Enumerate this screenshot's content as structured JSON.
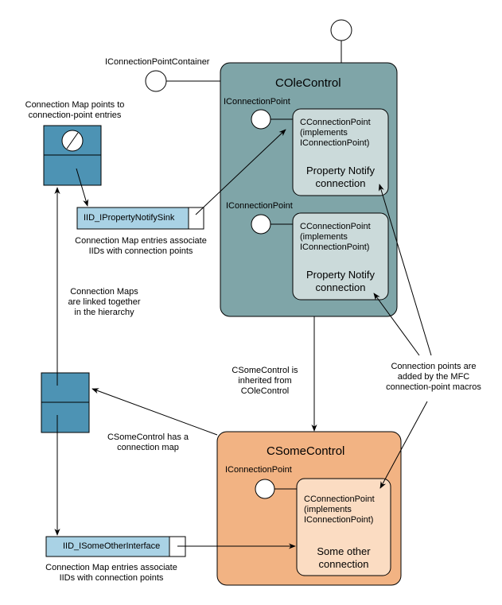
{
  "colors": {
    "ole_control_fill": "#7fa5a8",
    "ole_cp_fill": "#cbdada",
    "some_control_fill": "#f2b383",
    "some_cp_fill": "#fbdcc2",
    "map_fill": "#4d93b4",
    "iid_fill": "#a9d2e5",
    "line": "#000000",
    "background": "#ffffff"
  },
  "interfaces": {
    "container_label": "IConnectionPointContainer"
  },
  "ole_control": {
    "title": "COleControl",
    "connection_points": [
      {
        "interface_label": "IConnectionPoint",
        "class_lines": [
          "CConnectionPoint",
          "(implements",
          "IConnectionPoint)"
        ],
        "description_lines": [
          "Property Notify",
          "connection"
        ]
      },
      {
        "interface_label": "IConnectionPoint",
        "class_lines": [
          "CConnectionPoint",
          "(implements",
          "IConnectionPoint)"
        ],
        "description_lines": [
          "Property Notify",
          "connection"
        ]
      }
    ]
  },
  "some_control": {
    "title": "CSomeControl",
    "connection_points": [
      {
        "interface_label": "IConnectionPoint",
        "class_lines": [
          "CConnectionPoint",
          "(implements",
          "IConnectionPoint)"
        ],
        "description_lines": [
          "Some other",
          "connection"
        ]
      }
    ]
  },
  "map_entries": [
    {
      "iid": "IID_IPropertyNotifySink"
    },
    {
      "iid": "IID_ISomeOtherInterface"
    }
  ],
  "annotations": {
    "map_points": [
      "Connection Map points to",
      "connection-point entries"
    ],
    "entries_associate_1": [
      "Connection Map entries associate",
      "IIDs with connection points"
    ],
    "maps_linked": [
      "Connection Maps",
      "are linked together",
      "in the hierarchy"
    ],
    "inherited": [
      "CSomeControl is",
      "inherited from",
      "COleControl"
    ],
    "has_map": [
      "CSomeControl has a",
      "connection map"
    ],
    "added_by_macros": [
      "Connection points are",
      "added by the MFC",
      "connection-point macros"
    ],
    "entries_associate_2": [
      "Connection Map entries associate",
      "IIDs with connection points"
    ]
  }
}
